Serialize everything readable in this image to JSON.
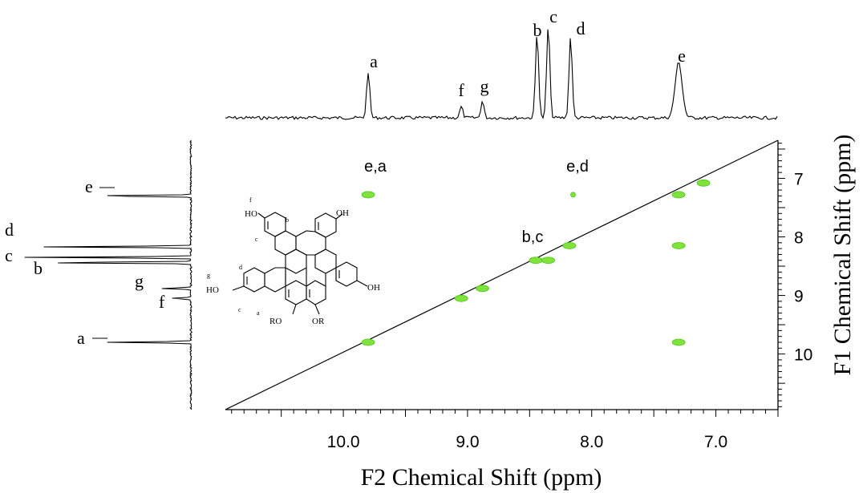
{
  "chart_data": {
    "type": "scatter",
    "subtype": "2D NMR COSY contour plot with 1D projections",
    "xlabel": "F2 Chemical Shift (ppm)",
    "ylabel": "F1 Chemical Shift (ppm)",
    "xlim": [
      10.95,
      6.5
    ],
    "ylim": [
      6.35,
      10.95
    ],
    "x_ticks": [
      10.0,
      9.0,
      8.0,
      7.0
    ],
    "x_tick_labels": [
      "10.0",
      "9.0",
      "8.0",
      "7.0"
    ],
    "y_ticks": [
      7,
      8,
      9,
      10
    ],
    "y_tick_labels": [
      "7",
      "8",
      "9",
      "10"
    ],
    "contour_color": "#7fe33c",
    "diagonal_peaks": [
      {
        "x": 9.8,
        "y": 9.8
      },
      {
        "x": 9.05,
        "y": 9.05
      },
      {
        "x": 8.88,
        "y": 8.88
      },
      {
        "x": 8.45,
        "y": 8.4
      },
      {
        "x": 8.35,
        "y": 8.4
      },
      {
        "x": 8.18,
        "y": 8.15
      },
      {
        "x": 7.3,
        "y": 7.28
      },
      {
        "x": 7.1,
        "y": 7.08
      }
    ],
    "cross_peaks": [
      {
        "label": "e,a",
        "x": 9.8,
        "y": 7.28
      },
      {
        "label": "e,d",
        "x": 8.15,
        "y": 7.28
      },
      {
        "label": "",
        "x": 7.3,
        "y": 8.15
      },
      {
        "label": "",
        "x": 7.3,
        "y": 9.8
      }
    ],
    "diagonal_annotation": {
      "label": "b,c",
      "x": 8.45,
      "y": 8.0
    },
    "projection_peaks": [
      {
        "label": "a",
        "shift": 9.8,
        "height": 0.5
      },
      {
        "label": "f",
        "shift": 9.05,
        "height": 0.12
      },
      {
        "label": "g",
        "shift": 8.88,
        "height": 0.18
      },
      {
        "label": "b",
        "shift": 8.44,
        "height": 0.92
      },
      {
        "label": "c",
        "shift": 8.35,
        "height": 1.0
      },
      {
        "label": "d",
        "shift": 8.17,
        "height": 0.88
      },
      {
        "label": "e",
        "shift": 7.3,
        "height": 0.6
      }
    ]
  },
  "structure": {
    "labels": {
      "oh_top_left": "HO",
      "oh_top_right": "OH",
      "oh_left": "HO",
      "oh_right": "OH",
      "ro": "RO",
      "or": "OR",
      "a": "a",
      "b": "b",
      "c_top": "c",
      "c_bottom": "c",
      "d": "d",
      "f": "f",
      "g": "g"
    }
  }
}
